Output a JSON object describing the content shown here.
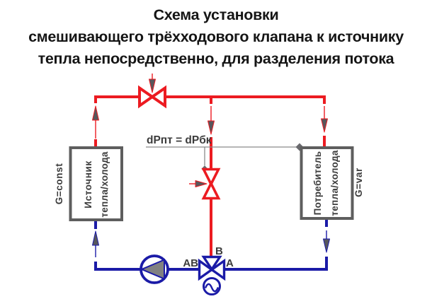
{
  "title": {
    "line1": "Схема установки",
    "line2": "смешивающего трёхходового клапана к источнику",
    "line3": "тепла непосредственно, для разделения потока"
  },
  "diagram": {
    "pressure_label": "dPпт = dPбк",
    "source_box": {
      "line1": "Источник",
      "line2": "тепла/холода",
      "flow_label": "G=const"
    },
    "consumer_box": {
      "line1": "Потребитель",
      "line2": "тепла/холода",
      "flow_label": "G=var"
    },
    "three_way_valve": {
      "port_left": "AB",
      "port_top": "B",
      "port_right": "A"
    },
    "colors": {
      "supply_red": "#ec1b21",
      "return_blue": "#1b1ba7",
      "box_outline_gray": "#5e5e5e",
      "impulse_line_gray": "#8a8a8a",
      "arrowhead_gray": "#57575c",
      "label_text": "#3c3c3c",
      "pump_triangle_gray": "#818181"
    }
  }
}
